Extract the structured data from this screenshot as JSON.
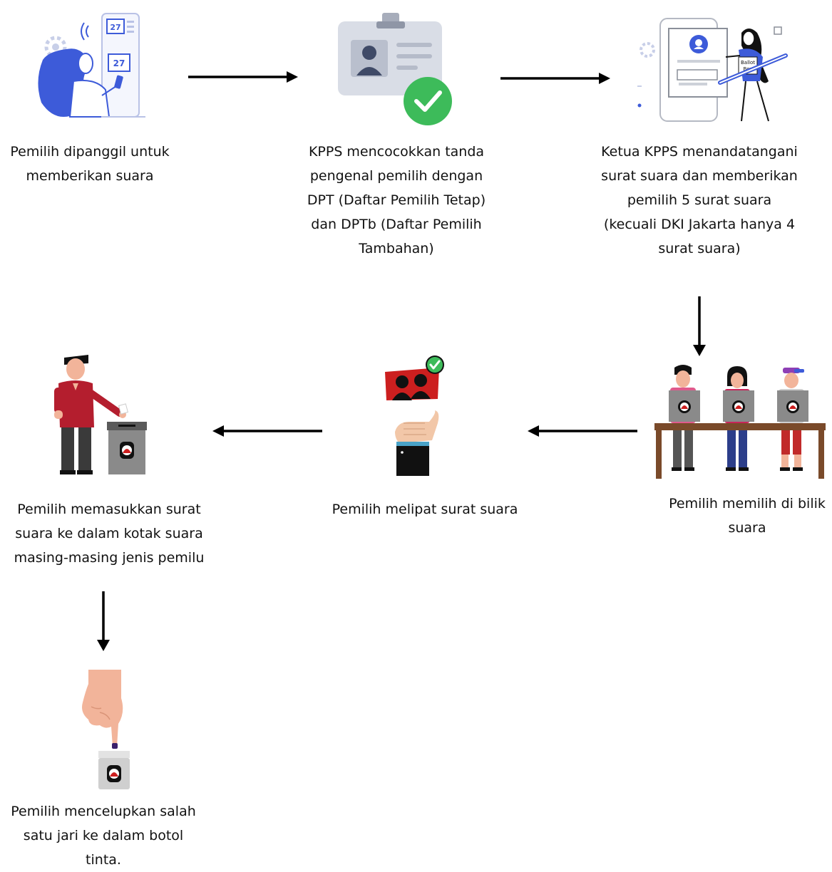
{
  "steps": [
    {
      "id": 1,
      "caption": "Pemilih dipanggil untuk\nmemberikan suara",
      "icon": "voter-called-illustration"
    },
    {
      "id": 2,
      "caption": "KPPS mencocokkan tanda\npengenal pemilih dengan\nDPT (Daftar Pemilih Tetap)\ndan DPTb (Daftar Pemilih\nTambahan)",
      "icon": "id-card-check-illustration"
    },
    {
      "id": 3,
      "caption": "Ketua KPPS menandatangani\nsurat suara dan memberikan\npemilih 5 surat suara\n(kecuali DKI Jakarta hanya 4\nsurat suara)",
      "icon": "ballot-signing-illustration",
      "ballot_text": "Ballot\nBox"
    },
    {
      "id": 4,
      "caption": "Pemilih memilih di bilik\nsuara",
      "icon": "voting-booths-illustration"
    },
    {
      "id": 5,
      "caption": "Pemilih melipat surat suara",
      "icon": "fold-ballot-illustration"
    },
    {
      "id": 6,
      "caption": "Pemilih memasukkan surat\nsuara ke dalam kotak suara\nmasing-masing jenis pemilu",
      "icon": "ballot-box-illustration"
    },
    {
      "id": 7,
      "caption": "Pemilih mencelupkan salah\nsatu jari ke dalam botol\ntinta.",
      "icon": "ink-finger-illustration"
    }
  ],
  "kiosk_numbers": [
    "27",
    "27"
  ],
  "colors": {
    "arrow": "#000000",
    "accent_blue": "#3d5bd9",
    "check_green": "#3dbb5a",
    "booth_gray": "#8a8a8a",
    "table_brown": "#7a4a2a",
    "kpu_red": "#cc1f1f"
  }
}
